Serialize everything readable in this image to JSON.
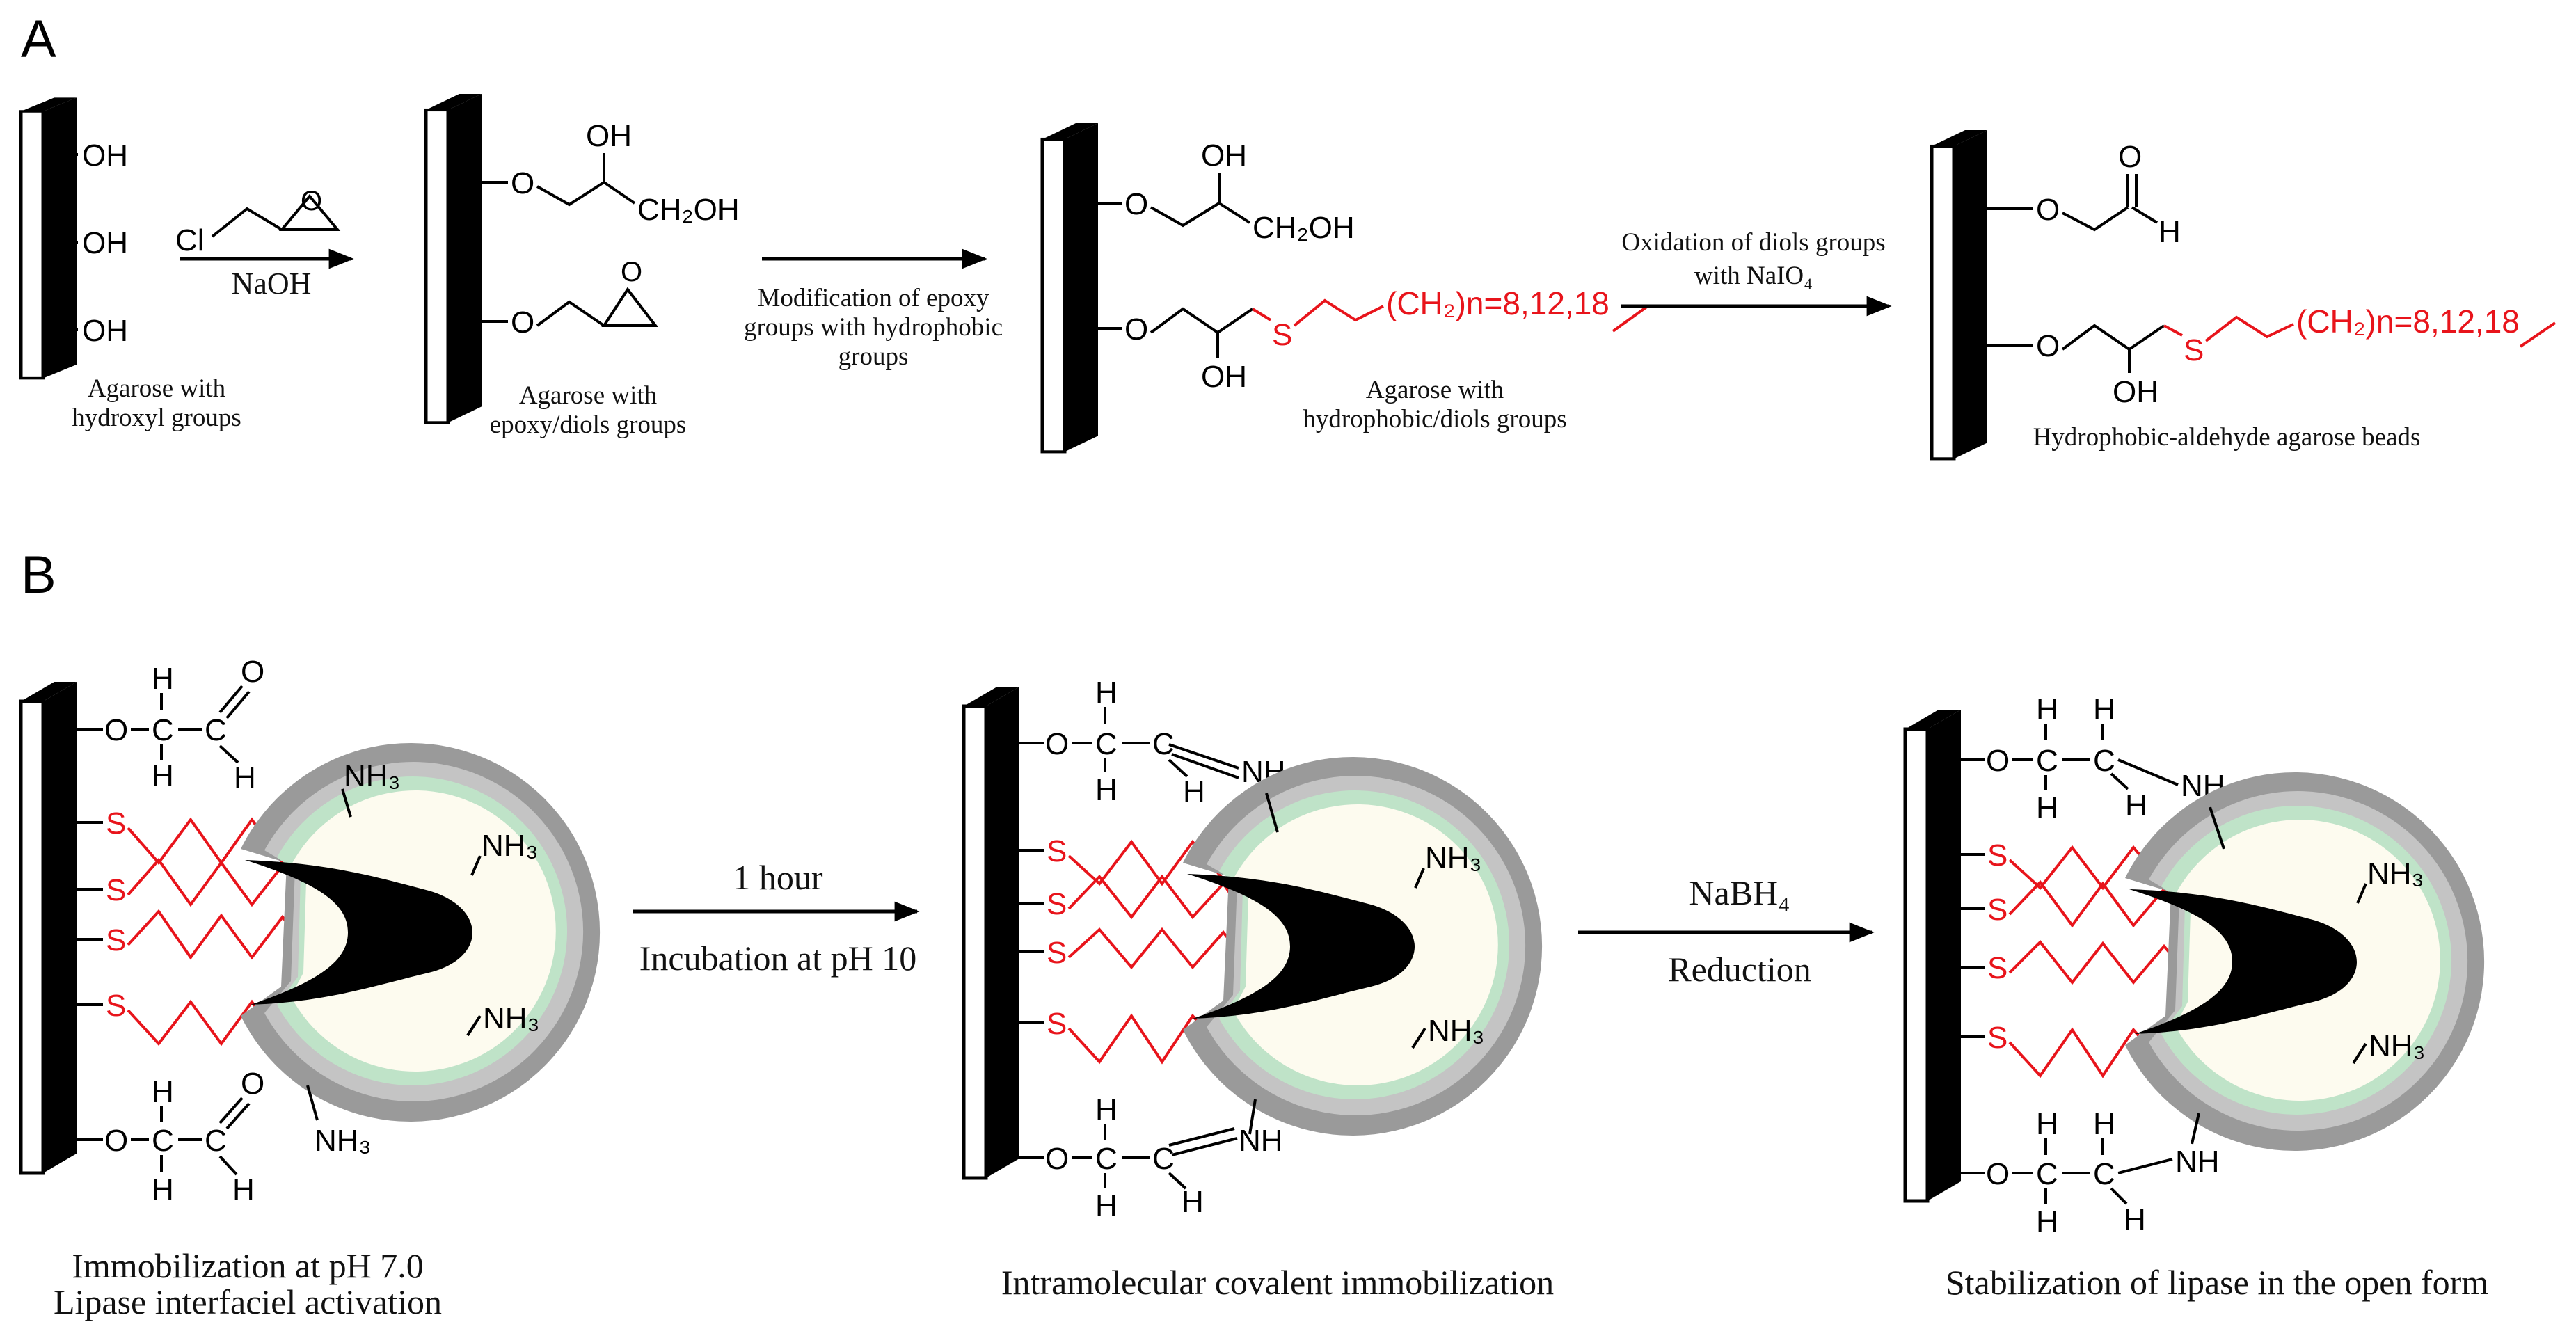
{
  "panels": {
    "a": "A",
    "b": "B"
  },
  "colors": {
    "substituent": "#e8141b",
    "bond": "#000000",
    "shell_outer": "#9a9a9a",
    "shell_mid": "#c4c4c4",
    "shell_green": "#bfe3c8",
    "core": "#fdfbef"
  },
  "panel_a": {
    "step1": {
      "groups": [
        "OH",
        "OH",
        "OH"
      ],
      "caption": [
        "Agarose with",
        "hydroxyl groups"
      ]
    },
    "reagent1": {
      "top": "Cl",
      "bottom": "NaOH"
    },
    "step2": {
      "oh": "OH",
      "o": "O",
      "ch2oh": "CH₂OH",
      "o2": "O",
      "caption": [
        "Agarose with",
        "epoxy/diols groups"
      ]
    },
    "arrow2_label": [
      "Modification of epoxy",
      "groups with hydrophobic",
      "groups"
    ],
    "step3": {
      "oh": "OH",
      "o": "O",
      "ch2oh": "CH₂OH",
      "o2": "O",
      "s": "S",
      "chain": "(CH₂)n=8,12,18",
      "oh2": "OH",
      "caption": [
        "Agarose with",
        "hydrophobic/diols groups"
      ]
    },
    "arrow3_label": [
      "Oxidation of diols groups",
      "with NaIO₄"
    ],
    "step4": {
      "o": "O",
      "o_top": "O",
      "h": "H",
      "o2": "O",
      "s": "S",
      "chain": "(CH₂)n=8,12,18",
      "oh": "OH",
      "caption": "Hydrophobic-aldehyde agarose beads"
    }
  },
  "panel_b": {
    "stage1": {
      "o": "O",
      "c": "C",
      "h": "H",
      "s": "S",
      "nh3": "NH₃",
      "caption": [
        "Immobilization at pH 7.0",
        "Lipase interfaciel activation"
      ]
    },
    "arrow1": {
      "top": "1 hour",
      "bottom": "Incubation at pH 10"
    },
    "stage2": {
      "o": "O",
      "c": "C",
      "h": "H",
      "s": "S",
      "nh": "NH",
      "nh3": "NH₃",
      "caption": "Intramolecular covalent immobilization"
    },
    "arrow2": {
      "top": "NaBH₄",
      "bottom": "Reduction"
    },
    "stage3": {
      "o": "O",
      "c": "C",
      "h": "H",
      "s": "S",
      "nh": "NH",
      "nh3": "NH₃",
      "caption": "Stabilization of lipase in the open form"
    }
  }
}
